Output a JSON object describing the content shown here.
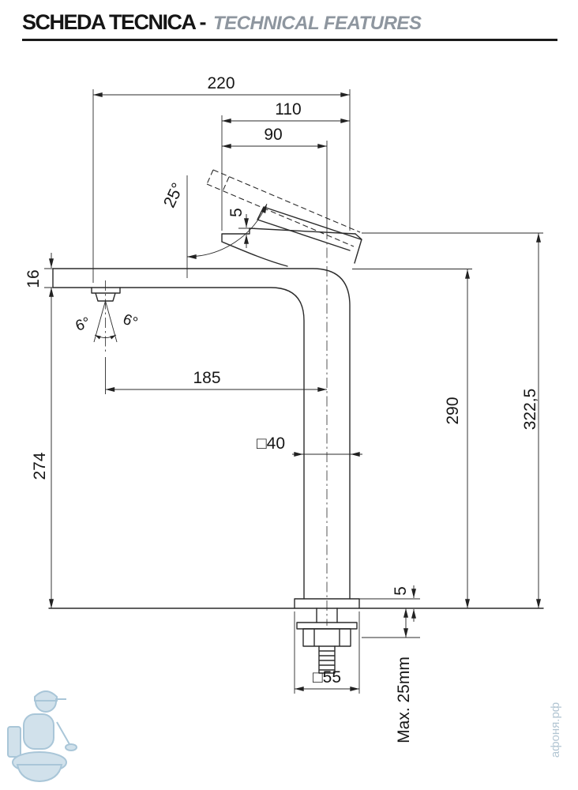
{
  "header": {
    "title_primary": "SCHEDA TECNICA -",
    "title_secondary": "TECHNICAL FEATURES"
  },
  "dimensions": {
    "top_width": "220",
    "spout_overall": "110",
    "spout_reach": "90",
    "handle_angle": "25°",
    "spout_step": "5",
    "arm_thickness": "16",
    "swivel_left": "6°",
    "swivel_right": "6°",
    "outlet_reach": "185",
    "height_underside": "274",
    "height_top": "290",
    "overall_height": "322,5",
    "body_section": "□40",
    "base_plate_height": "5",
    "base_section": "□55",
    "max_counter_thickness": "Max. 25mm"
  },
  "watermark": {
    "site": "афоня.рф"
  },
  "colors": {
    "line": "#2b2b2b",
    "title_primary": "#151515",
    "title_secondary": "#8e969f",
    "watermark": "#aac6d8"
  }
}
